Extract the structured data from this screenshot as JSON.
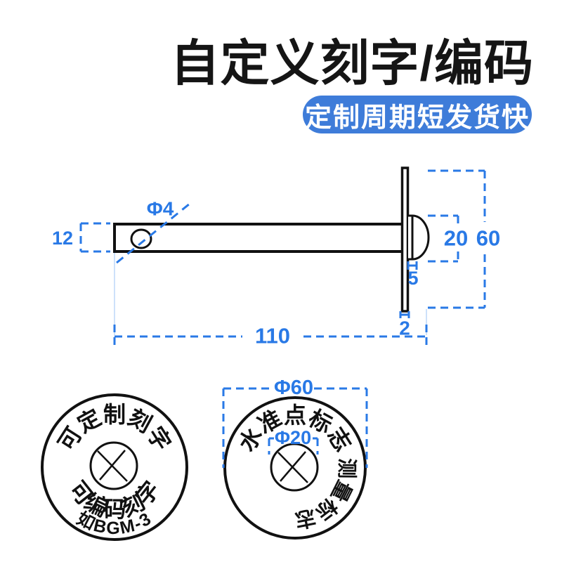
{
  "header": {
    "title": "自定义刻字/编码",
    "badge": "定制周期短发货快"
  },
  "colors": {
    "badge_blue": "#3e7cd9",
    "dimension_blue": "#2979e6",
    "line_black": "#111111",
    "extension_light_blue": "#bcd7f8"
  },
  "diagram": {
    "hole_diameter": "Φ4",
    "rod_height": "12",
    "rod_length": "110",
    "plate_thickness": "2",
    "boss_depth": "5",
    "boss_diameter": "20",
    "plate_diameter": "60"
  },
  "medallion_left": {
    "top_text": "可定制刻字",
    "middle_text": "可编码刻字",
    "bottom_text": "如BGM-3"
  },
  "medallion_right": {
    "top_text": "水准点标志",
    "side_text": "测量标志",
    "outer_diameter": "Φ60",
    "inner_diameter": "Φ20"
  }
}
